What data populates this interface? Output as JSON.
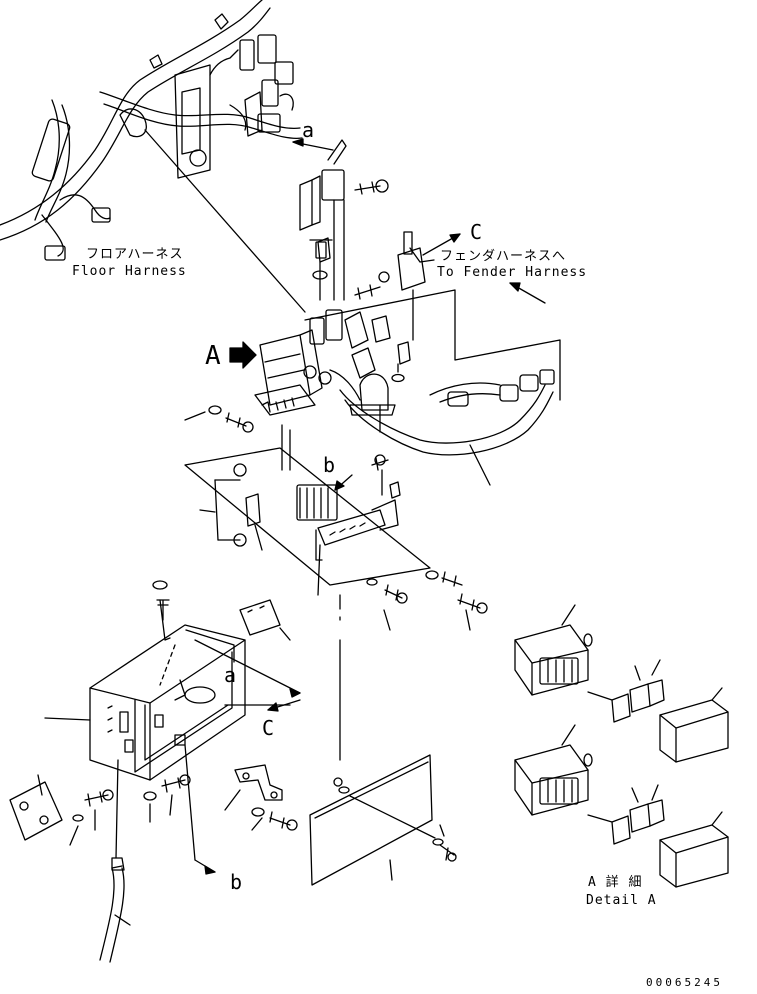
{
  "labels": {
    "callout_a_top": "a",
    "callout_c_top": "C",
    "callout_A": "A",
    "callout_b_mid": "b",
    "callout_a_box": "a",
    "callout_c_box": "C",
    "callout_b_bottom": "b",
    "floor_harness_jp": "フロアハーネス",
    "floor_harness_en": "Floor Harness",
    "fender_harness_jp": "フェンダハーネスへ",
    "fender_harness_en": "To Fender Harness",
    "detail_a_jp": "A 詳 細",
    "detail_a_en": "Detail A",
    "drawing_number": "00065245"
  },
  "icons": {
    "view_arrow": "solid-arrow-right-icon"
  }
}
